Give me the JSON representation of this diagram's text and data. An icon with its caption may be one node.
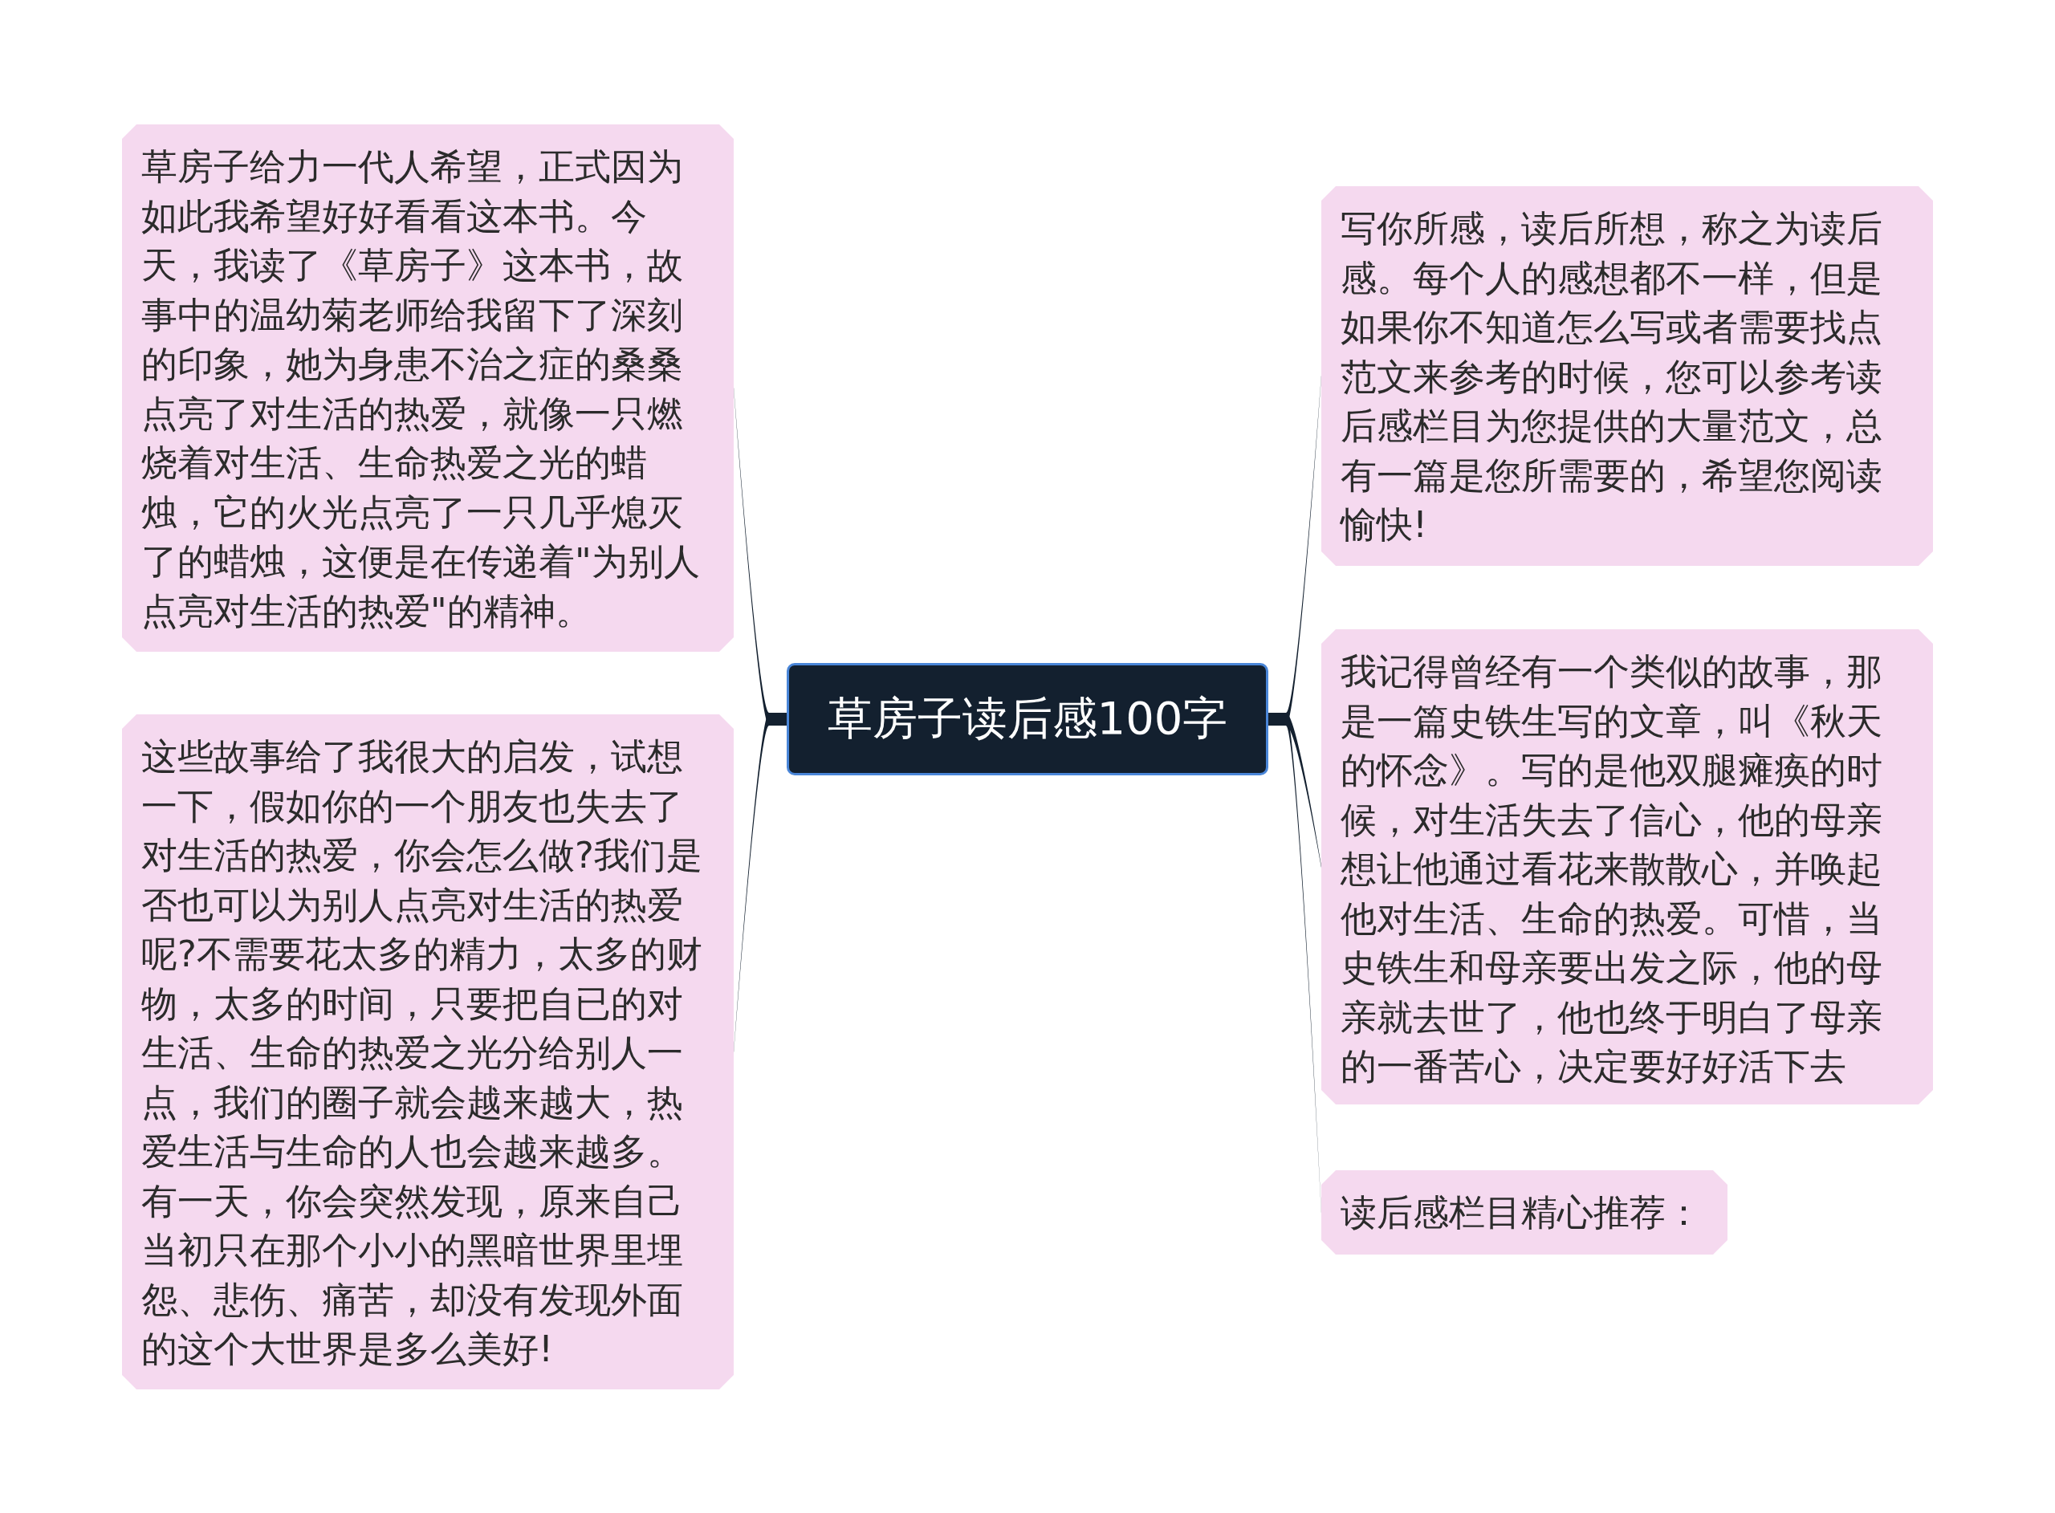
{
  "diagram": {
    "nodes": [
      {
        "text": [
          "草房子读后感100字"
        ]
      },
      {
        "text": [
          "草房子给力一代人希望，正式因为如此我希望好好看看这本书。今天，我读了《草房子》这本书，故事中的温幼菊老师给我留下了深刻的印象，她为身患不治之症的桑桑点亮了对生活的热爱，就像一只燃烧着对生活、生命热爱之光的蜡烛，它的火光点亮了一只几乎熄灭了的蜡烛，这便是在传递着\"为别人点亮对生活的热爱\"的精神。"
        ]
      },
      {
        "text": [
          "这些故事给了我很大的启发，试想一下，假如你的一个朋友也失去了对生活的热爱，你会怎么做?我们是否也可以为别人点亮对生活的热爱呢?不需要花太多的精力，太多的财物，太多的时间，只要把自已的对生活、生命的热爱之光分给别人一点，我们的圈子就会越来越大，热爱生活与生命的人也会越来越多。有一天，你会突然发现，原来自己当初只在那个小小的黑暗世界里埋怨、悲伤、痛苦，却没有发现外面的这个大世界是多么美好!"
        ]
      },
      {
        "text": [
          "写你所感，读后所想，称之为读后感。每个人的感想都不一样，但是如果你不知道怎么写或者需要找点范文来参考的时候，您可以参考读后感栏目为您提供的大量范文，总有一篇是您所需要的，希望您阅读愉快!"
        ]
      },
      {
        "text": [
          "我记得曾经有一个类似的故事，那是一篇史铁生写的文章，叫《秋天的怀念》。写的是他双腿瘫痪的时候，对生活失去了信心，他的母亲想让他通过看花来散散心，并唤起他对生活、生命的热爱。可惜，当史铁生和母亲要出发之际，他的母亲就去世了，他也终于明白了母亲的一番苦心，决定要好好活下去"
        ]
      },
      {
        "text": [
          "读后感栏目精心推荐："
        ]
      }
    ],
    "edges": [
      {
        "from": 0,
        "to": 1,
        "arrow": "none"
      },
      {
        "from": 0,
        "to": 2,
        "arrow": "none"
      },
      {
        "from": 0,
        "to": 3,
        "arrow": "none"
      },
      {
        "from": 0,
        "to": 4,
        "arrow": "none"
      },
      {
        "from": 0,
        "to": 5,
        "arrow": "none"
      }
    ]
  }
}
